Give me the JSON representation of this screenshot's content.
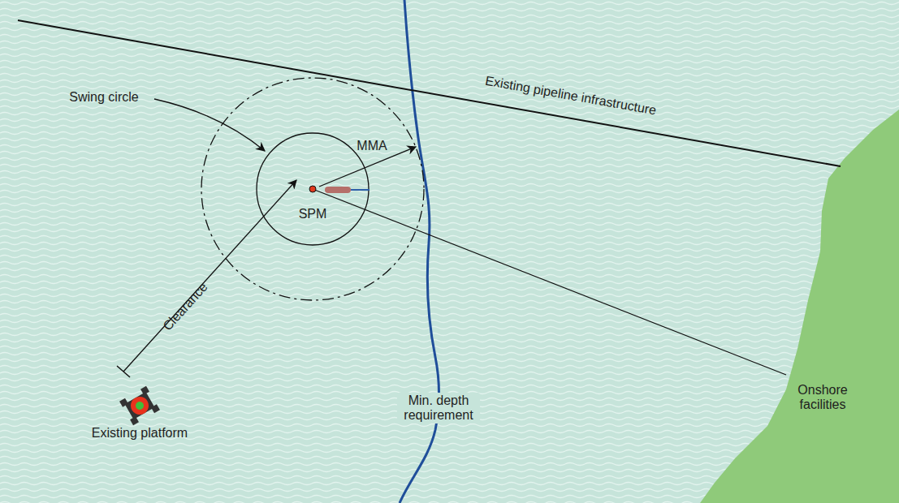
{
  "diagram": {
    "labels": [
      "Swing circle",
      "MMA",
      "SPM",
      "Clearance",
      "Existing platform",
      "Min. depth requirement",
      "Onshore facilities",
      "Existing pipeline infrastructure"
    ]
  }
}
